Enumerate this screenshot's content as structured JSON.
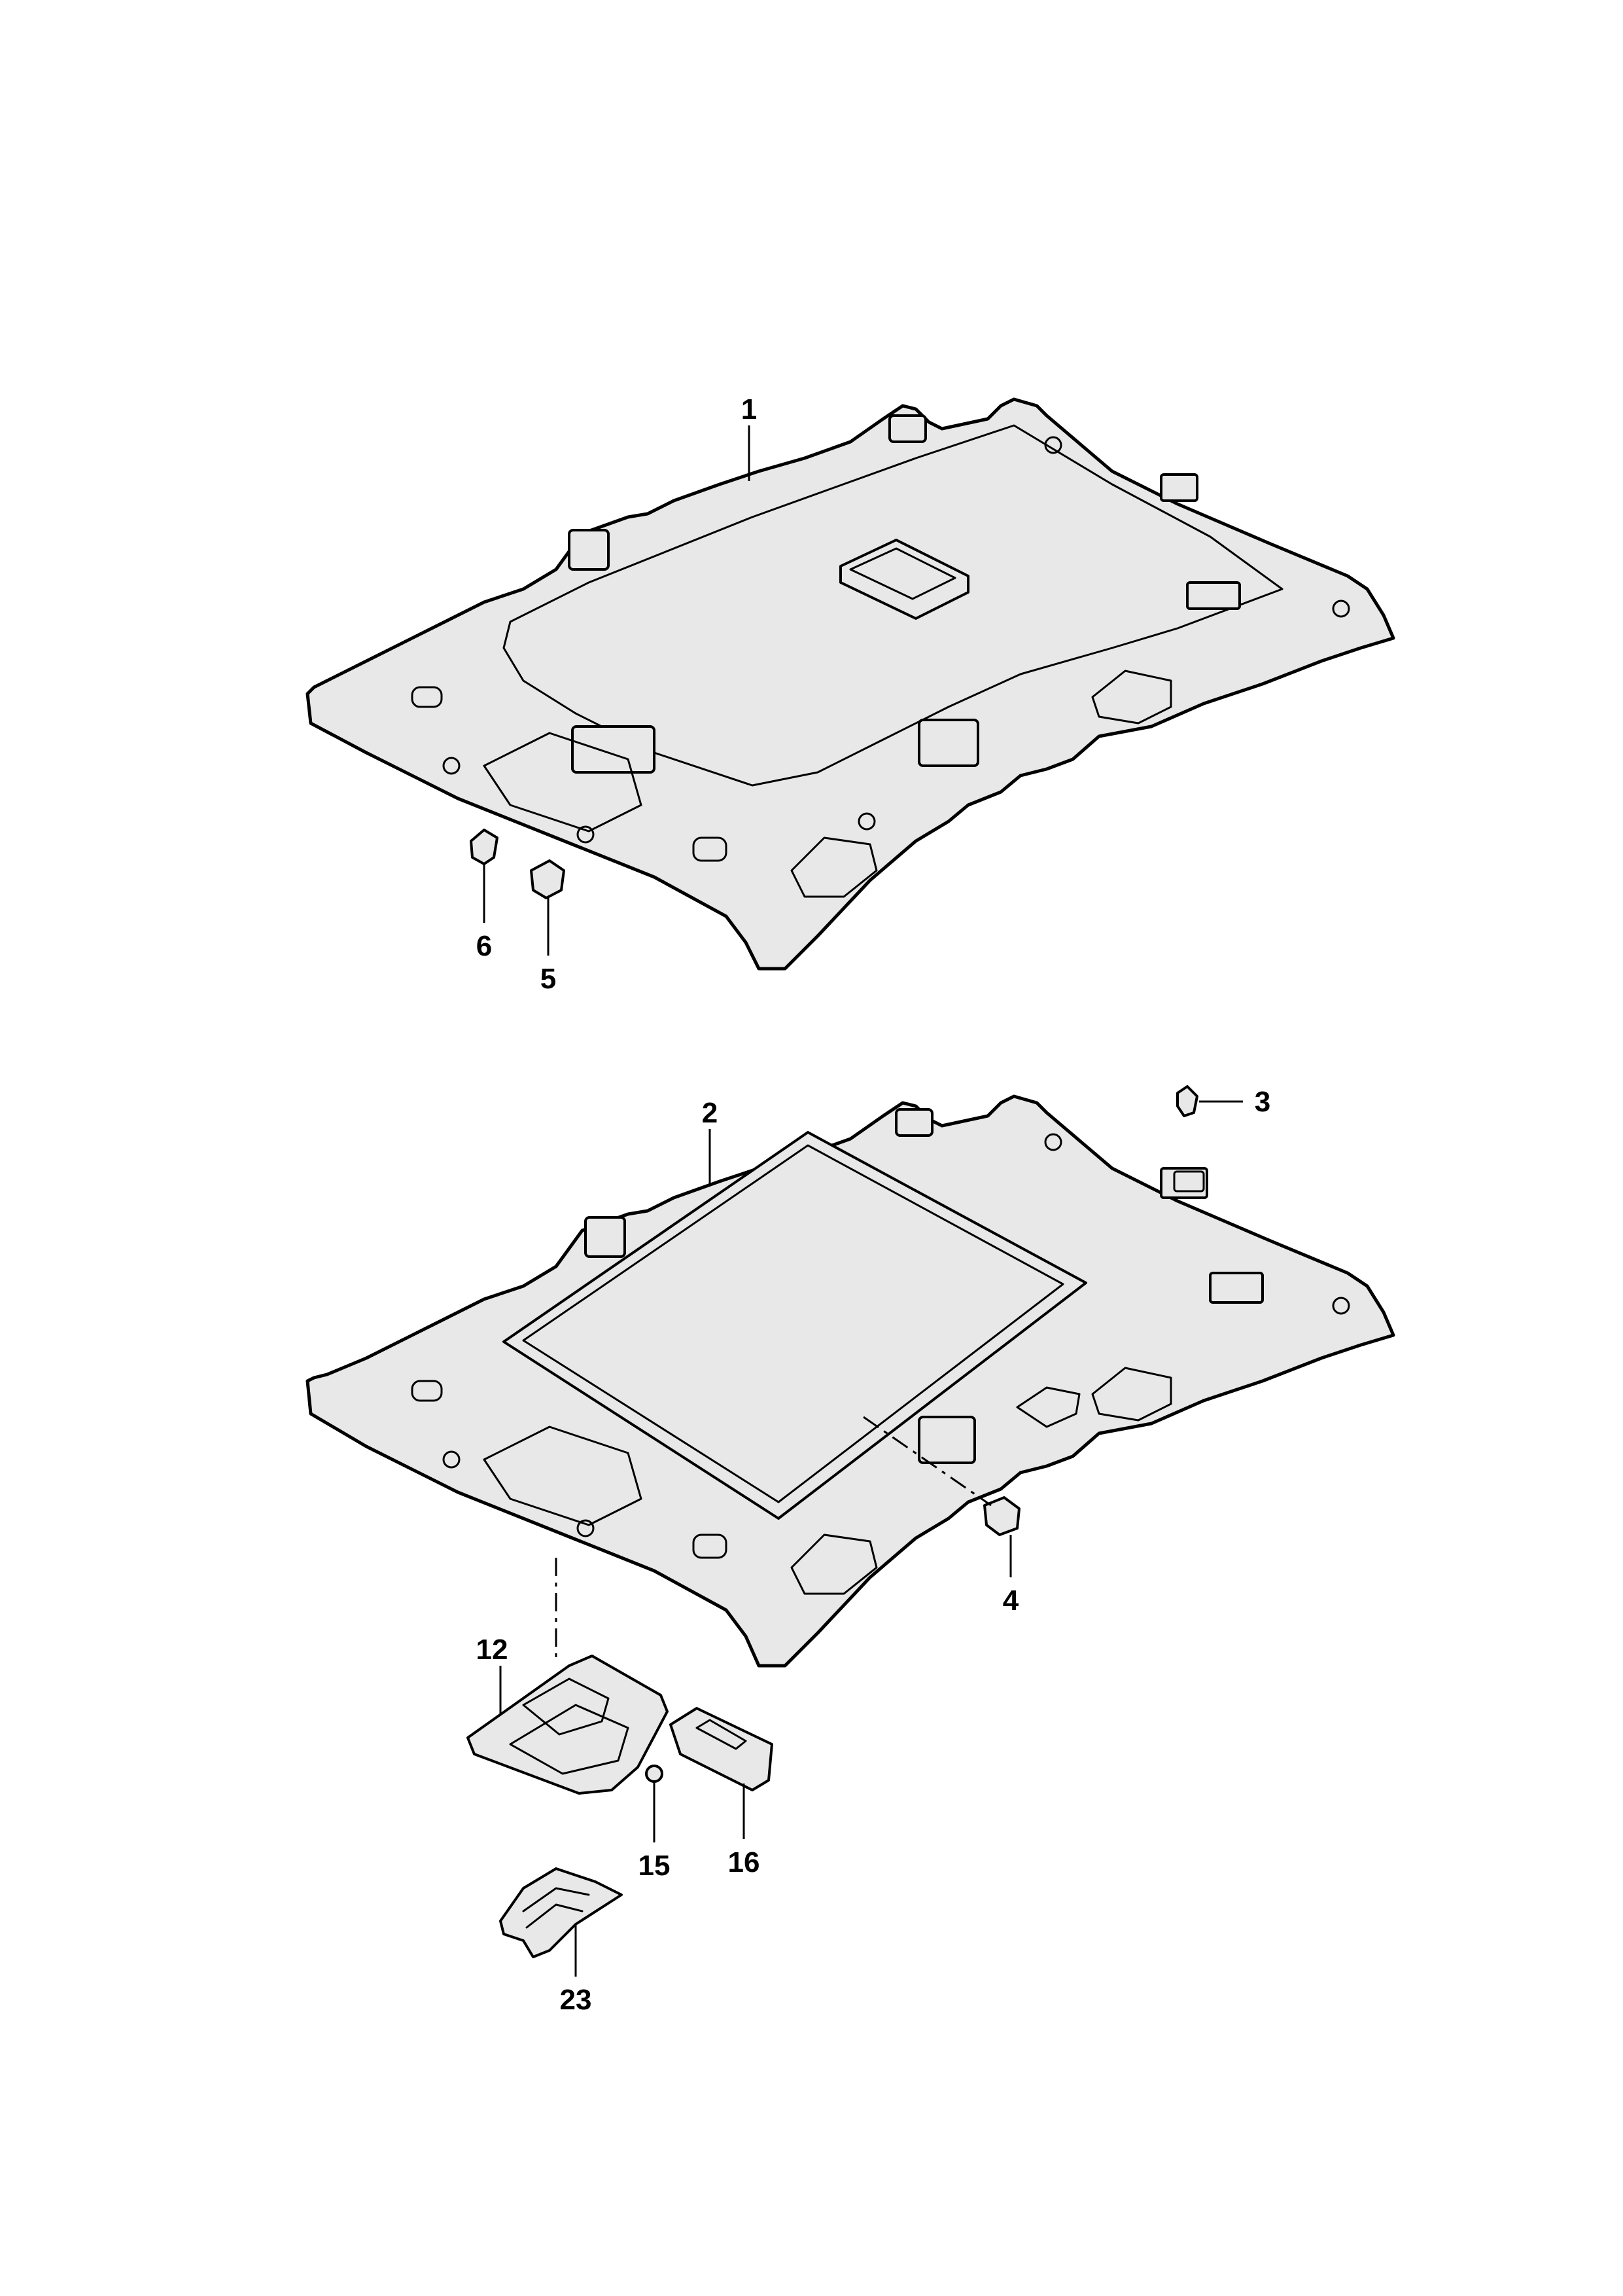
{
  "callouts": {
    "p1": "1",
    "p2": "2",
    "p3": "3",
    "p4": "4",
    "p5": "5",
    "p6": "6",
    "p12": "12",
    "p15": "15",
    "p16": "16",
    "p23": "23"
  },
  "colors": {
    "line": "#000000",
    "fill": "#e8e8e8",
    "background": "#ffffff"
  }
}
